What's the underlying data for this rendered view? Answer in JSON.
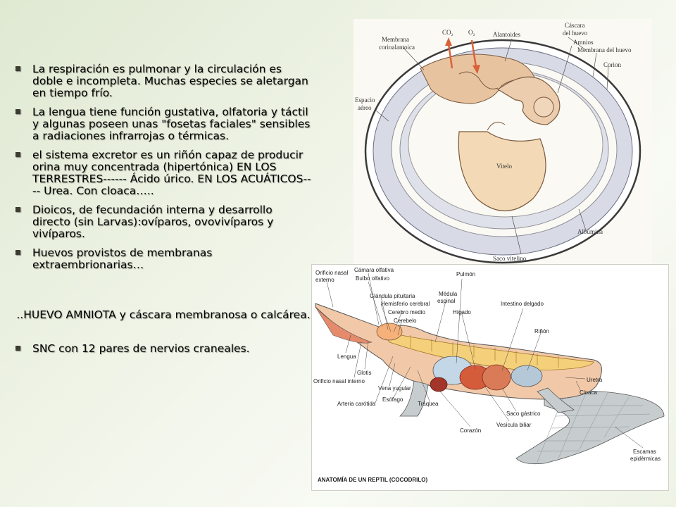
{
  "bullets": [
    "La respiración es pulmonar y la circulación es doble e incompleta. Muchas especies se aletargan en tiempo frío.",
    "La lengua tiene función gustativa, olfatoria y táctil y algunas poseen unas \"fosetas faciales\" sensibles a radiaciones infrarrojas o térmicas.",
    "el sistema excretor es un riñón capaz de producir orina muy concentrada (hipertónica) EN LOS TERRESTRES------ Ácido úrico. EN LOS ACUÁTICOS---- Urea. Con cloaca…..",
    "Dioicos, de fecundación interna y desarrollo directo (sin Larvas):ovíparos, ovovivíparos y vivíparos.",
    "Huevos provistos de membranas extraembrionarias…"
  ],
  "center_line": "..HUEVO AMNIOTA y cáscara membranosa o calcárea.",
  "last_bullet": "SNC con 12 pares de nervios craneales.",
  "egg_labels": {
    "membrana": "Membrana",
    "corioalantoica": "corioalantoica",
    "co2": "CO₂",
    "o2": "O₂",
    "alantoides": "Alantoides",
    "cascara1": "Cáscara",
    "cascara2": "del huevo",
    "amnios": "Amnios",
    "membrana_huevo": "Membrana del huevo",
    "corion": "Corion",
    "espacio": "Espacio",
    "aereo": "aéreo",
    "vitelo": "Vitelo",
    "albumina": "Albúmina",
    "saco_vitelino": "Saco vitelino"
  },
  "croc_labels": {
    "orificio_nasal_externo_1": "Orificio nasal",
    "orificio_nasal_externo_2": "externo",
    "camara_olfativa": "Cámara olfativa",
    "bulbo_olfativo": "Bulbo olfativo",
    "glandula_pituitaria": "Glándula pituitaria",
    "hemisferio_cerebral": "Hemisferio cerebral",
    "cerebro_medio": "Cerebro medio",
    "cerebelo": "Cerebelo",
    "medula_1": "Médula",
    "medula_2": "espinal",
    "pulmon": "Pulmón",
    "higado": "Hígado",
    "intestino_delgado": "Intestino delgado",
    "rinon": "Riñón",
    "lengua": "Lengua",
    "glotis": "Glotis",
    "orificio_nasal_interno": "Orificio nasal interno",
    "vena_yugular": "Vena yugular",
    "arteria_carotida": "Arteria carótida",
    "esofago": "Esófago",
    "traquea": "Tráquea",
    "uretra": "Uretra",
    "cloaca": "Cloaca",
    "saco_gastrico": "Saco gástrico",
    "vesicula_biliar": "Vesícula biliar",
    "corazon": "Corazón",
    "escamas_1": "Escamas",
    "escamas_2": "epidérmicas",
    "caption": "ANATOMÍA DE UN REPTIL (COCODRILO)"
  },
  "colors": {
    "background": "#eef3e6",
    "egg_yolk": "#f3d9b5",
    "egg_albumen": "#d8dbe6",
    "arrow": "#d9623a"
  }
}
